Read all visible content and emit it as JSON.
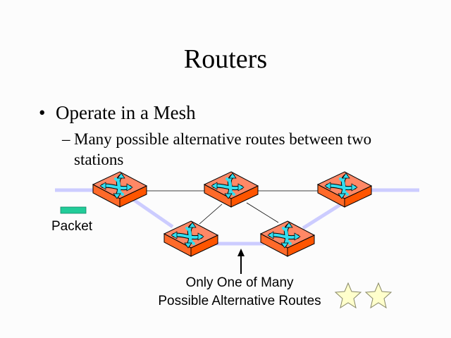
{
  "slide": {
    "title": "Routers",
    "bullet": "Operate in a Mesh",
    "sub_bullet_dash": "–",
    "sub_bullet": "Many possible alternative routes between two stations"
  },
  "diagram": {
    "packet_label": "Packet",
    "route_label_line1": "Only One of Many",
    "route_label_line2": "Possible Alternative Routes",
    "colors": {
      "router_top": "#ff8866",
      "router_side_left": "#ff6a2a",
      "router_side_right": "#ff5500",
      "arrows": "#33ddee",
      "highlight_route": "#ccccff",
      "packet": "#22cc99",
      "star": "#ffffcc"
    },
    "routers": [
      "router-1",
      "router-2",
      "router-3",
      "router-4",
      "router-5"
    ],
    "links": [
      {
        "from": "router-1",
        "to": "router-2",
        "type": "thin"
      },
      {
        "from": "router-2",
        "to": "router-3",
        "type": "thin"
      },
      {
        "from": "router-2",
        "to": "router-4",
        "type": "thin"
      },
      {
        "from": "router-2",
        "to": "router-5",
        "type": "thin"
      },
      {
        "from": "router-1",
        "to": "router-4",
        "type": "highlight"
      },
      {
        "from": "router-4",
        "to": "router-5",
        "type": "highlight"
      },
      {
        "from": "router-5",
        "to": "router-3",
        "type": "highlight"
      }
    ],
    "stars": 2
  }
}
